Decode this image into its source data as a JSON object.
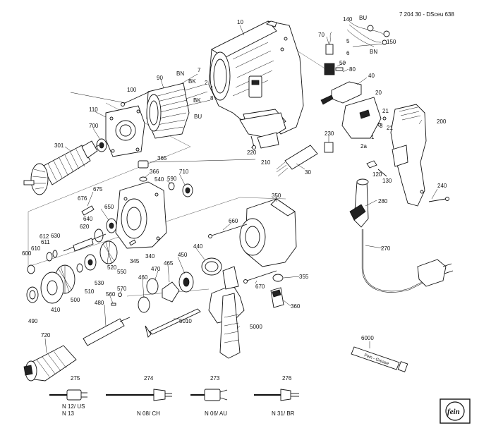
{
  "document_ref": "7 204 30 - DSceu 638",
  "wire_colors": [
    "BN",
    "BK",
    "BK",
    "BU",
    "BU",
    "BN"
  ],
  "tube_label": "Fein - Grease",
  "plug_labels": [
    {
      "num": "275",
      "l1": "N 12/ US",
      "l2": "N 13"
    },
    {
      "num": "274",
      "l1": "N 08/ CH",
      "l2": ""
    },
    {
      "num": "273",
      "l1": "N 06/ AU",
      "l2": ""
    },
    {
      "num": "276",
      "l1": "N 31/ BR",
      "l2": ""
    }
  ],
  "parts": [
    "10",
    "140",
    "70",
    "5",
    "150",
    "6",
    "50",
    "80",
    "40",
    "20",
    "21",
    "3",
    "21",
    "2a",
    "1",
    "200",
    "90",
    "100",
    "7",
    "2",
    "1",
    "8",
    "110",
    "700",
    "301",
    "365",
    "366",
    "710",
    "590",
    "540",
    "230",
    "220",
    "210",
    "30",
    "120",
    "130",
    "240",
    "280",
    "675",
    "676",
    "650",
    "640",
    "620",
    "630",
    "612",
    "611",
    "610",
    "600",
    "520",
    "530",
    "510",
    "550",
    "500",
    "410",
    "490",
    "345",
    "340",
    "350",
    "660",
    "270",
    "450",
    "440",
    "470",
    "465",
    "460",
    "570",
    "560",
    "480",
    "5010",
    "5000",
    "670",
    "355",
    "360",
    "720",
    "6000"
  ]
}
